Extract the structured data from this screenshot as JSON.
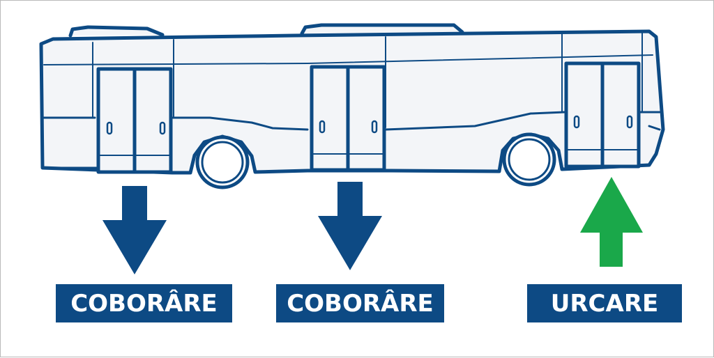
{
  "colors": {
    "outline": "#0d4a84",
    "body_fill": "#f3f5f8",
    "exit_arrow": "#0d4a84",
    "entry_arrow": "#1aa84a",
    "label_bg": "#0d4a84",
    "label_text": "#ffffff"
  },
  "doors": [
    {
      "label": "COBORÂRE",
      "direction": "down",
      "icon": "arrow-down-icon"
    },
    {
      "label": "COBORÂRE",
      "direction": "down",
      "icon": "arrow-down-icon"
    },
    {
      "label": "URCARE",
      "direction": "up",
      "icon": "arrow-up-icon"
    }
  ]
}
